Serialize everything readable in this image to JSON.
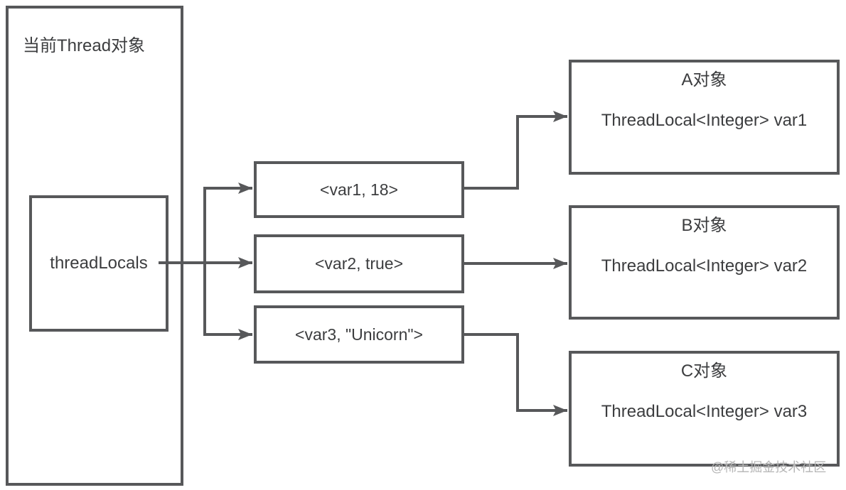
{
  "diagram": {
    "thread_box": {
      "label": "当前Thread对象"
    },
    "threadlocals_box": {
      "label": "threadLocals"
    },
    "entries": [
      {
        "label": "<var1, 18>"
      },
      {
        "label": "<var2, true>"
      },
      {
        "label": "<var3, \"Unicorn\">"
      }
    ],
    "objects": [
      {
        "title": "A对象",
        "field": "ThreadLocal<Integer> var1"
      },
      {
        "title": "B对象",
        "field": "ThreadLocal<Integer> var2"
      },
      {
        "title": "C对象",
        "field": "ThreadLocal<Integer> var3"
      }
    ],
    "colors": {
      "line": "#57585a",
      "text": "#3c3d3f",
      "watermark": "#b5b5b5"
    },
    "watermark": "@稀土掘金技术社区"
  }
}
